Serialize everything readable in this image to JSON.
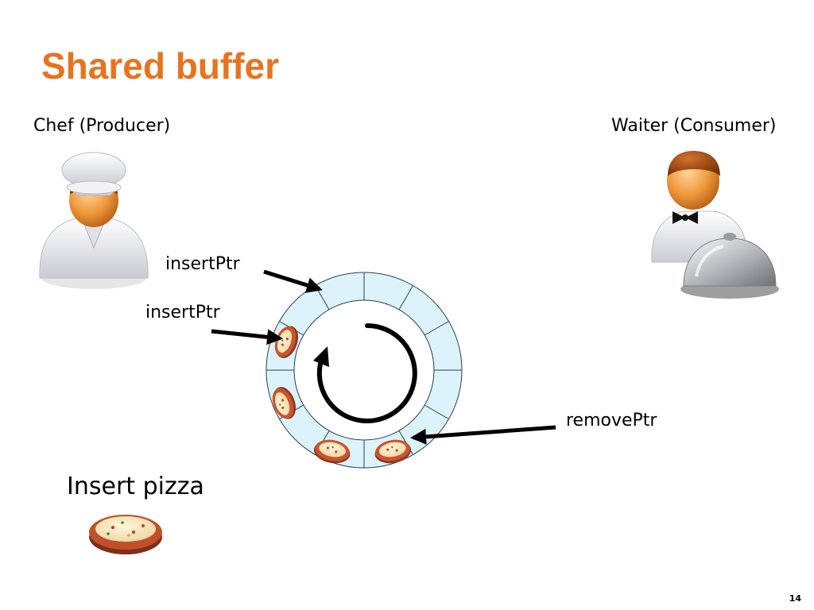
{
  "slide": {
    "title": "Shared buffer",
    "page_number": "14"
  },
  "actors": {
    "producer_label": "Chef (Producer)",
    "consumer_label": "Waiter (Consumer)"
  },
  "pointers": {
    "insert_ptr_old": "insertPtr",
    "insert_ptr_new": "insertPtr",
    "remove_ptr": "removePtr"
  },
  "action": {
    "label": "Insert pizza"
  },
  "buffer": {
    "slots": 12,
    "ring_color": "#ddf3fb"
  },
  "colors": {
    "title": "#e8731f",
    "pizza_crust": "#b94a2c",
    "skin": "#e39040"
  },
  "icons": [
    "chef-icon",
    "waiter-icon",
    "pizza-icon",
    "cloche-icon",
    "rotation-arrow-icon"
  ]
}
